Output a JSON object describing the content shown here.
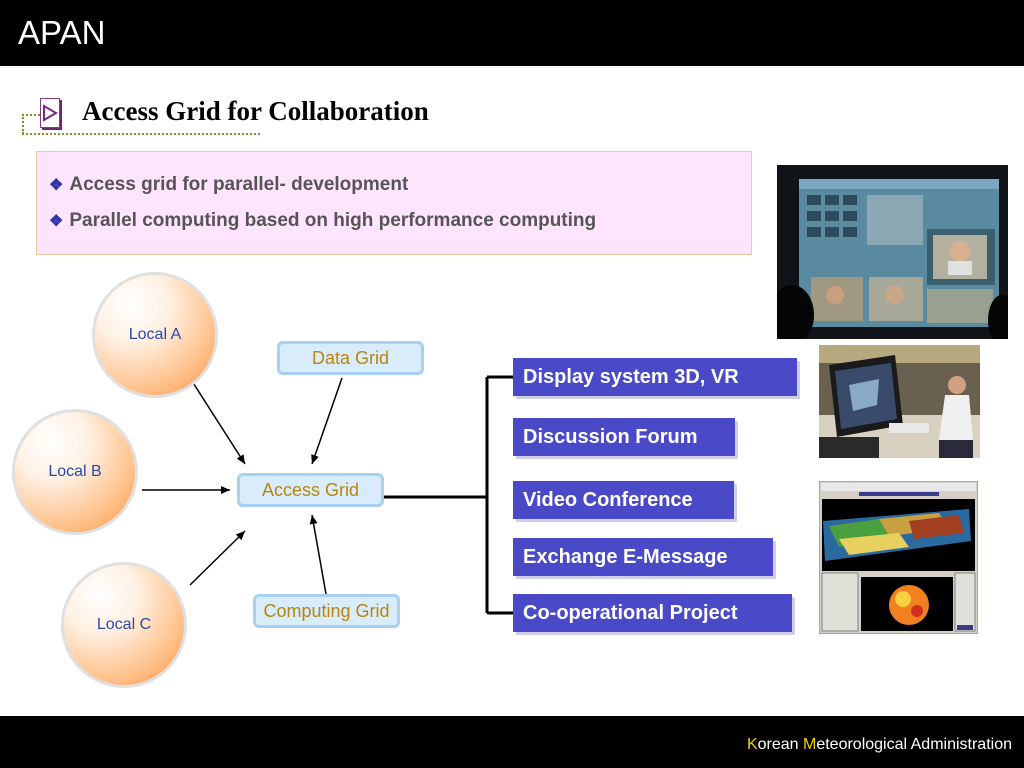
{
  "header": {
    "title": "APAN"
  },
  "slide": {
    "heading": "Access Grid for Collaboration",
    "bullets": [
      "Access grid for parallel- development",
      "Parallel computing based on high performance computing"
    ]
  },
  "diagram": {
    "locals": [
      "Local A",
      "Local B",
      "Local C"
    ],
    "center": "Access Grid",
    "data_grid": "Data Grid",
    "computing_grid": "Computing Grid",
    "functions": [
      "Display system 3D, VR",
      "Discussion Forum",
      "Video Conference",
      "Exchange E-Message",
      "Co-operational Project"
    ]
  },
  "footer": {
    "initial_k": "K",
    "orean": "orean ",
    "initial_m": "M",
    "rest": "eteorological Administration"
  },
  "colors": {
    "header_bg": "#000000",
    "bullet_bg": "#ffe4fe",
    "function_box": "#4a4ac8",
    "grid_box": "#d8ecfc",
    "grid_text": "#b8860b",
    "local_text": "#2a4aaa",
    "footer_highlight": "#f0d000"
  }
}
